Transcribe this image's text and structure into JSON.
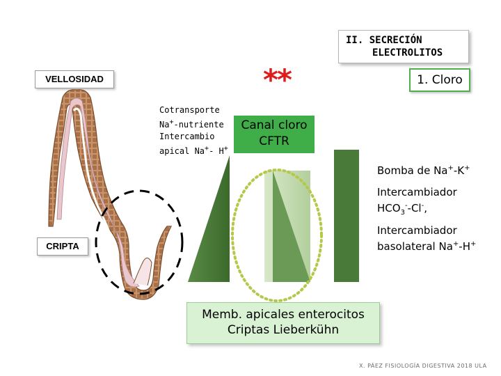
{
  "title": {
    "line1": "II. SECRECIÓN",
    "line2": "ELECTROLITOS"
  },
  "labels": {
    "vellosidad": "VELLOSIDAD",
    "cripta": "CRIPTA",
    "asterisks": "**",
    "cloro": "1. Cloro",
    "cotransporte": [
      "Cotransporte",
      "Na+-nutriente",
      "Intercambio",
      "apical Na+- H+"
    ],
    "canal_cloro": [
      "Canal cloro",
      "CFTR"
    ],
    "bomba": "Bomba de Na+-K+",
    "intercambiador_hco3": [
      "Intercambiador",
      "HCO3--Cl-,"
    ],
    "intercambiador_basolateral": [
      "Intercambiador",
      "basolateral Na+-H+"
    ],
    "memb": [
      "Memb. apicales enterocitos",
      "Criptas Lieberkühn"
    ],
    "credit": "X. PÁEZ  FISIOLOGÍA DIGESTIVA 2018 ULA"
  },
  "colors": {
    "dark_green": "#4a7a3a",
    "light_green": "#c3dcb0",
    "canal_green": "#3fae49",
    "asterisk_red": "#e01b1b",
    "circle_green": "#b6c84a",
    "memb_bg": "#d9f2d4"
  }
}
